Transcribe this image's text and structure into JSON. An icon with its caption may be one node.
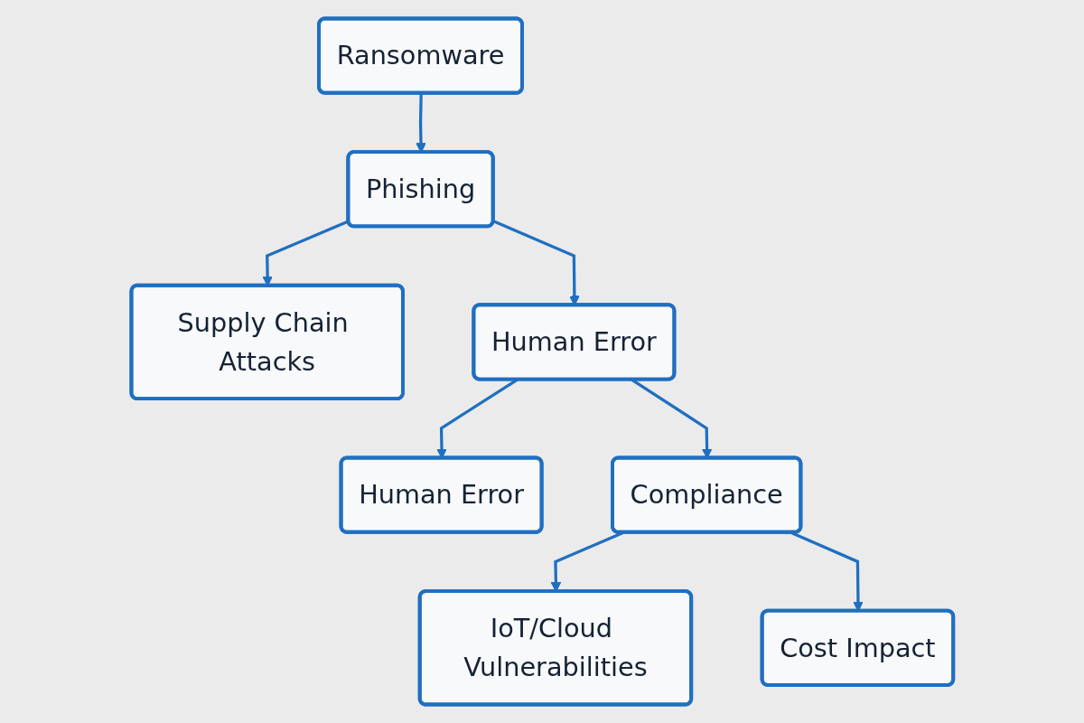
{
  "diagram": {
    "nodes": [
      {
        "text": [
          "Ransomware"
        ]
      },
      {
        "text": [
          "Phishing"
        ]
      },
      {
        "text": [
          "Supply Chain Attacks"
        ]
      },
      {
        "text": [
          "Human Error"
        ]
      },
      {
        "text": [
          "Human Error"
        ]
      },
      {
        "text": [
          "Compliance"
        ]
      },
      {
        "text": [
          "IoT/Cloud Vulnerabilities"
        ]
      },
      {
        "text": [
          "Cost Impact"
        ]
      }
    ],
    "edges": [
      {
        "from": 0,
        "to": 1,
        "arrow": "to"
      },
      {
        "from": 1,
        "to": 2,
        "arrow": "to"
      },
      {
        "from": 1,
        "to": 4,
        "arrow": "to"
      },
      {
        "from": 4,
        "to": 3,
        "arrow": "to"
      },
      {
        "from": 4,
        "to": 5,
        "arrow": "to"
      },
      {
        "from": 5,
        "to": 6,
        "arrow": "to"
      },
      {
        "from": 5,
        "to": 7,
        "arrow": "to"
      }
    ]
  }
}
